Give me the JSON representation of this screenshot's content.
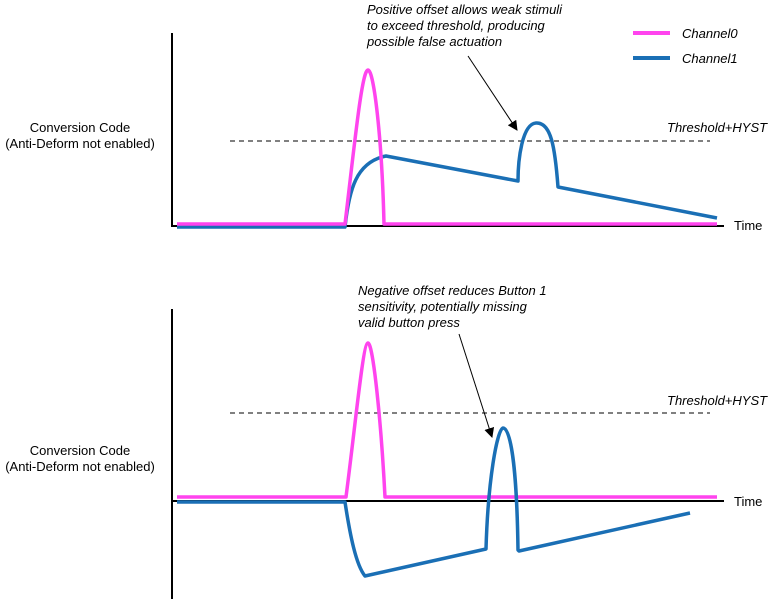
{
  "legend": {
    "channel0": {
      "label": "Channel0",
      "color": "#ff44ee"
    },
    "channel1": {
      "label": "Channel1",
      "color": "#1a6fb5"
    }
  },
  "panel_top": {
    "ylabel_line1": "Conversion Code",
    "ylabel_line2": "(Anti-Deform not enabled)",
    "threshold_label": "Threshold+HYST",
    "time_label": "Time",
    "annotation": [
      "Positive offset allows weak stimuli",
      "to exceed threshold, producing",
      "possible false actuation"
    ]
  },
  "panel_bottom": {
    "ylabel_line1": "Conversion Code",
    "ylabel_line2": "(Anti-Deform not enabled)",
    "threshold_label": "Threshold+HYST",
    "time_label": "Time",
    "annotation": [
      "Negative offset reduces Button 1",
      "sensitivity, potentially missing",
      "valid button press"
    ]
  },
  "colors": {
    "axis": "#000000",
    "threshold": "#000000"
  }
}
